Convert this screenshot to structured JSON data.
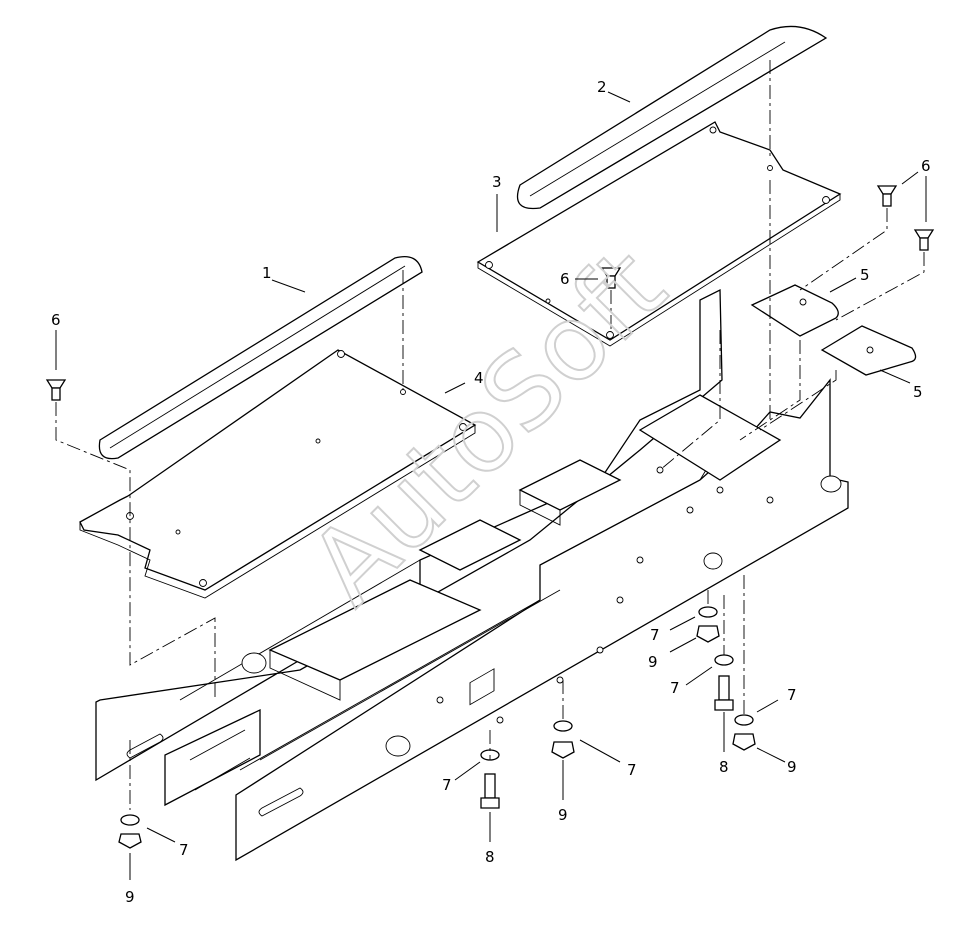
{
  "watermark": "AutoSoft",
  "callouts": {
    "c1": "1",
    "c2": "2",
    "c3": "3",
    "c4": "4",
    "c5a": "5",
    "c5b": "5",
    "c6a": "6",
    "c6b": "6",
    "c6c": "6",
    "c7a": "7",
    "c7b": "7",
    "c7c": "7",
    "c7d": "7",
    "c7e": "7",
    "c7f": "7",
    "c8a": "8",
    "c8b": "8",
    "c9a": "9",
    "c9b": "9",
    "c9c": "9",
    "c9d": "9"
  }
}
